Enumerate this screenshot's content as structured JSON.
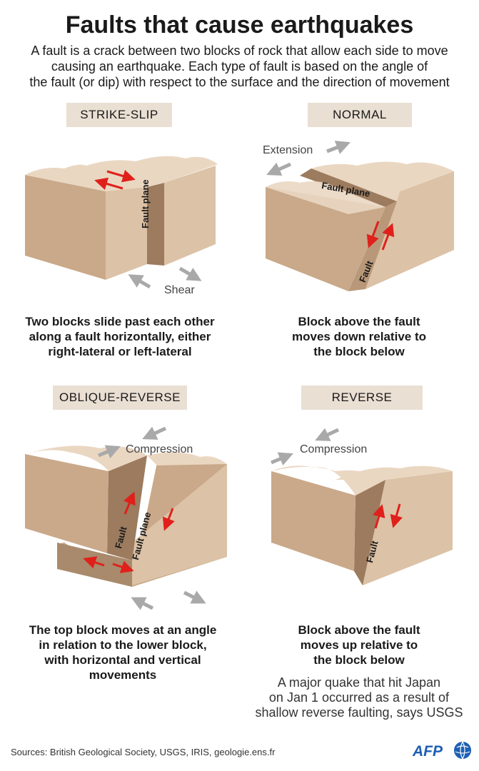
{
  "title": "Faults that cause earthquakes",
  "intro": {
    "line1": "A fault is a crack between two blocks of rock that allow each side to move",
    "line2": "causing an earthquake. Each type of fault is based on the angle of",
    "line3": "the fault (or dip) with respect to the surface and the direction of movement"
  },
  "panels": {
    "strike_slip": {
      "label": "STRIKE-SLIP",
      "fault_plane": "Fault plane",
      "force": "Shear",
      "desc": [
        "Two blocks slide past each other",
        "along a fault horizontally, either",
        "right-lateral or left-lateral"
      ]
    },
    "normal": {
      "label": "NORMAL",
      "fault_plane": "Fault plane",
      "fault": "Fault",
      "force": "Extension",
      "desc": [
        "Block above the fault",
        "moves down relative to",
        "the block below"
      ]
    },
    "oblique_reverse": {
      "label": "OBLIQUE-REVERSE",
      "fault": "Fault",
      "fault_plane": "Fault plane",
      "force": "Compression",
      "desc": [
        "The top block moves at an angle",
        "in relation to the lower block,",
        "with horizontal and vertical",
        "movements"
      ]
    },
    "reverse": {
      "label": "REVERSE",
      "fault": "Fault",
      "force": "Compression",
      "desc": [
        "Block above the fault",
        "moves up relative to",
        "the block below"
      ],
      "note": [
        "A major quake that hit Japan",
        "on Jan 1 occurred as a result of",
        "shallow reverse faulting, says USGS"
      ]
    }
  },
  "sources": "Sources: British Geological Society, USGS, IRIS, geologie.ens.fr",
  "logo": "AFP",
  "colors": {
    "block_front": "#c9a98a",
    "block_side": "#dcc2a6",
    "block_top": "#ead7c2",
    "fault_plane": "#9c7b5e",
    "arrow_red": "#e0201b",
    "arrow_grey": "#a9a9a9",
    "label_bg": "#eadfd3",
    "afp_blue": "#1e5fb3"
  }
}
